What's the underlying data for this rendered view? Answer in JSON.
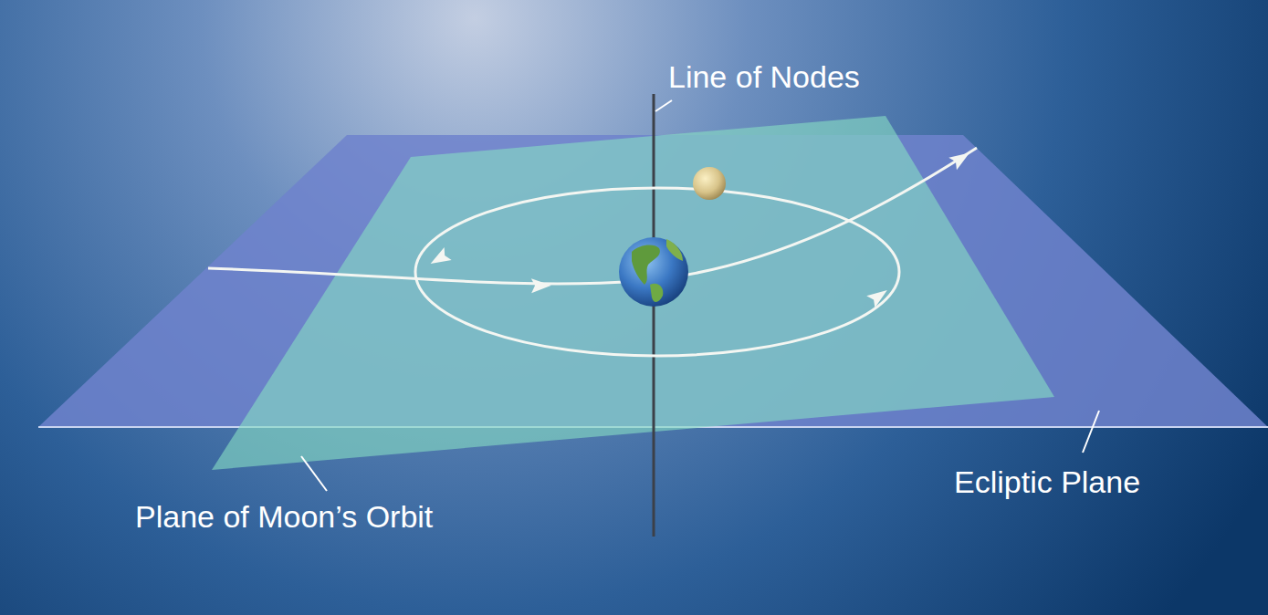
{
  "diagram": {
    "labels": [
      "Line of Nodes",
      "Plane of Moon’s Orbit",
      "Ecliptic Plane"
    ]
  }
}
